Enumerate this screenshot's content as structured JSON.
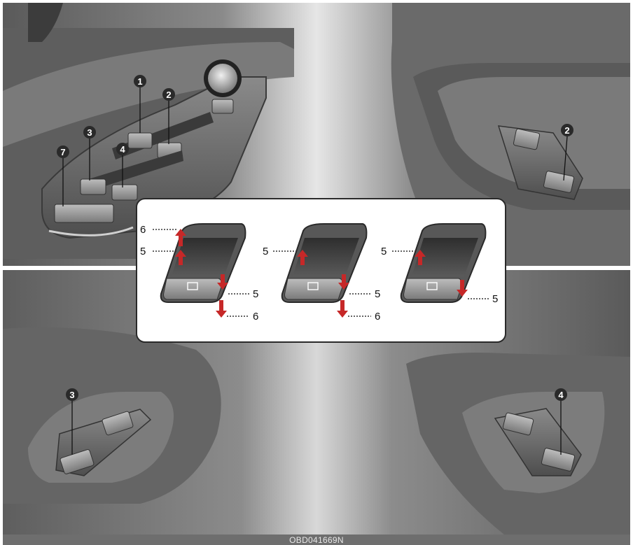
{
  "figure_code": "OBD041669N",
  "callouts": {
    "c1": "1",
    "c2": "2",
    "c3": "3",
    "c4": "4",
    "c7": "7",
    "c2b": "2",
    "c3b": "3",
    "c4b": "4"
  },
  "inset_labels": {
    "a6top": "6",
    "a5top": "5",
    "a5right": "5",
    "a6bottom": "6",
    "b5top": "5",
    "b5right": "5",
    "b6bottom": "6",
    "c5top": "5",
    "c5right": "5"
  },
  "colors": {
    "arrow": "#c62828",
    "panel": "#6e6e6e",
    "callout": "#2a2a2a"
  }
}
